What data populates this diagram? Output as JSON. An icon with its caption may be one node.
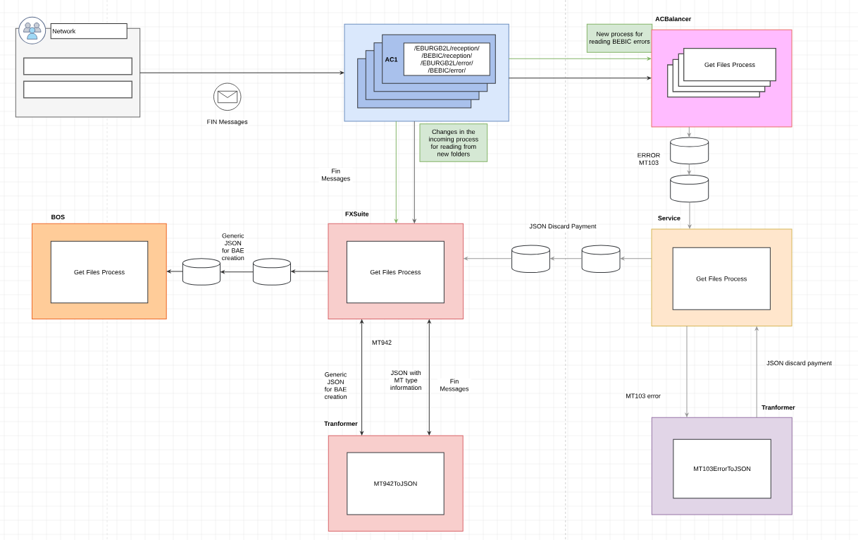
{
  "diagram": {
    "nodes": [
      {
        "text": [
          "Network"
        ]
      },
      {
        "text": [],
        "shape": "box",
        "in": 0
      },
      {
        "text": [],
        "shape": "box",
        "in": 0
      },
      {
        "text": [],
        "shape": "box"
      },
      {
        "text": [
          "AC1"
        ],
        "in": 3
      },
      {
        "text": [
          "/EBURGB2L/reception/ /BEBIC/reception/ /EBURGB2L/error/ /BEBIC/error/"
        ],
        "in": 4
      },
      {
        "text": [
          "New process for reading BEBIC errors"
        ]
      },
      {
        "text": [
          "ACBalancer"
        ]
      },
      {
        "text": [
          "Get Files Process"
        ],
        "in": 7
      },
      {
        "text": [
          "Changes in the incoming process for reading from new folders"
        ]
      },
      {
        "text": [],
        "shape": "cylinder"
      },
      {
        "text": [],
        "shape": "cylinder"
      },
      {
        "text": [
          "BOS"
        ]
      },
      {
        "text": [
          "Get Files Process"
        ],
        "in": 12
      },
      {
        "text": [],
        "shape": "cylinder"
      },
      {
        "text": [],
        "shape": "cylinder"
      },
      {
        "text": [
          "FXSuite"
        ]
      },
      {
        "text": [
          "Get Files Process"
        ],
        "in": 16
      },
      {
        "text": [],
        "shape": "cylinder"
      },
      {
        "text": [],
        "shape": "cylinder"
      },
      {
        "text": [
          "Service"
        ]
      },
      {
        "text": [
          "Get Files Process"
        ],
        "in": 20
      },
      {
        "text": [
          "Tranformer"
        ]
      },
      {
        "text": [
          "MT942ToJSON"
        ],
        "in": 22
      },
      {
        "text": [
          "Tranformer"
        ]
      },
      {
        "text": [
          "MT103ErrorToJSON"
        ],
        "in": 24
      }
    ],
    "edges": [
      {
        "from": 0,
        "to": 3,
        "arrow": "to",
        "color": "#333333"
      },
      {
        "from": 3,
        "to": 7,
        "arrow": "to",
        "color": "#82b366"
      },
      {
        "from": 3,
        "to": 7,
        "arrow": "to",
        "color": "#333333"
      },
      {
        "from": 3,
        "to": 16,
        "arrow": "to",
        "color": "#82b366"
      },
      {
        "from": 3,
        "to": 16,
        "arrow": "to",
        "color": "#666666"
      },
      {
        "from": 7,
        "to": 10,
        "arrow": "to"
      },
      {
        "from": 10,
        "to": 11,
        "arrow": "to"
      },
      {
        "from": 11,
        "to": 20,
        "arrow": "to"
      },
      {
        "from": 20,
        "to": 19,
        "arrow": "to"
      },
      {
        "from": 19,
        "to": 18,
        "arrow": "to"
      },
      {
        "from": 18,
        "to": 16,
        "arrow": "to"
      },
      {
        "from": 16,
        "to": 15,
        "arrow": "to",
        "color": "#333333"
      },
      {
        "from": 15,
        "to": 14,
        "arrow": "to",
        "color": "#333333"
      },
      {
        "from": 14,
        "to": 12,
        "arrow": "to",
        "color": "#333333"
      },
      {
        "from": 16,
        "to": 22,
        "arrow": "both",
        "color": "#333333"
      },
      {
        "from": 16,
        "to": 22,
        "arrow": "both",
        "color": "#333333"
      },
      {
        "from": 20,
        "to": 24,
        "arrow": "to"
      },
      {
        "from": 24,
        "to": 20,
        "arrow": "to"
      }
    ],
    "labels": [
      "FIN Messages",
      "ERROR MT103",
      "Fin Messages",
      "JSON Discard Payment",
      "Generic JSON for BAE creation",
      "MT942",
      "JSON discard payment",
      "JSON with MT type information",
      "Generic JSON for BAE creation",
      "Fin Messages",
      "MT103 error"
    ]
  }
}
